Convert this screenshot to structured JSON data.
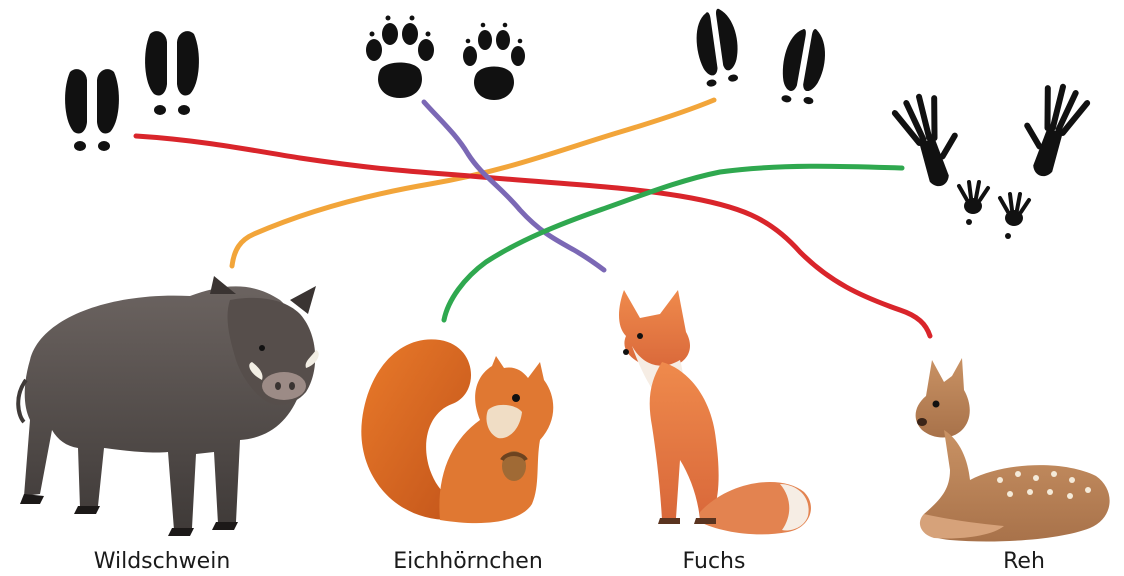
{
  "animals": [
    {
      "key": "boar",
      "name": "Wildschwein",
      "icon": "boar-illustration"
    },
    {
      "key": "squirrel",
      "name": "Eichhörnchen",
      "icon": "squirrel-illustration"
    },
    {
      "key": "fox",
      "name": "Fuchs",
      "icon": "fox-illustration"
    },
    {
      "key": "deer",
      "name": "Reh",
      "icon": "deer-fawn-illustration"
    }
  ],
  "tracks": [
    {
      "key": "boar-tracks",
      "icon": "cloven-hoof-print-icon"
    },
    {
      "key": "fox-tracks",
      "icon": "paw-print-icon"
    },
    {
      "key": "deer-tracks",
      "icon": "slender-hoof-print-icon"
    },
    {
      "key": "squirrel-tracks",
      "icon": "squirrel-print-icon"
    }
  ],
  "connections": [
    {
      "from": "deer-tracks",
      "to": "boar",
      "color": "#f2a53a"
    },
    {
      "from": "boar-tracks",
      "to": "deer",
      "color": "#d9252b"
    },
    {
      "from": "fox-tracks",
      "to": "fox",
      "color": "#7b68b5"
    },
    {
      "from": "squirrel-tracks",
      "to": "squirrel",
      "color": "#2fa84f"
    }
  ]
}
